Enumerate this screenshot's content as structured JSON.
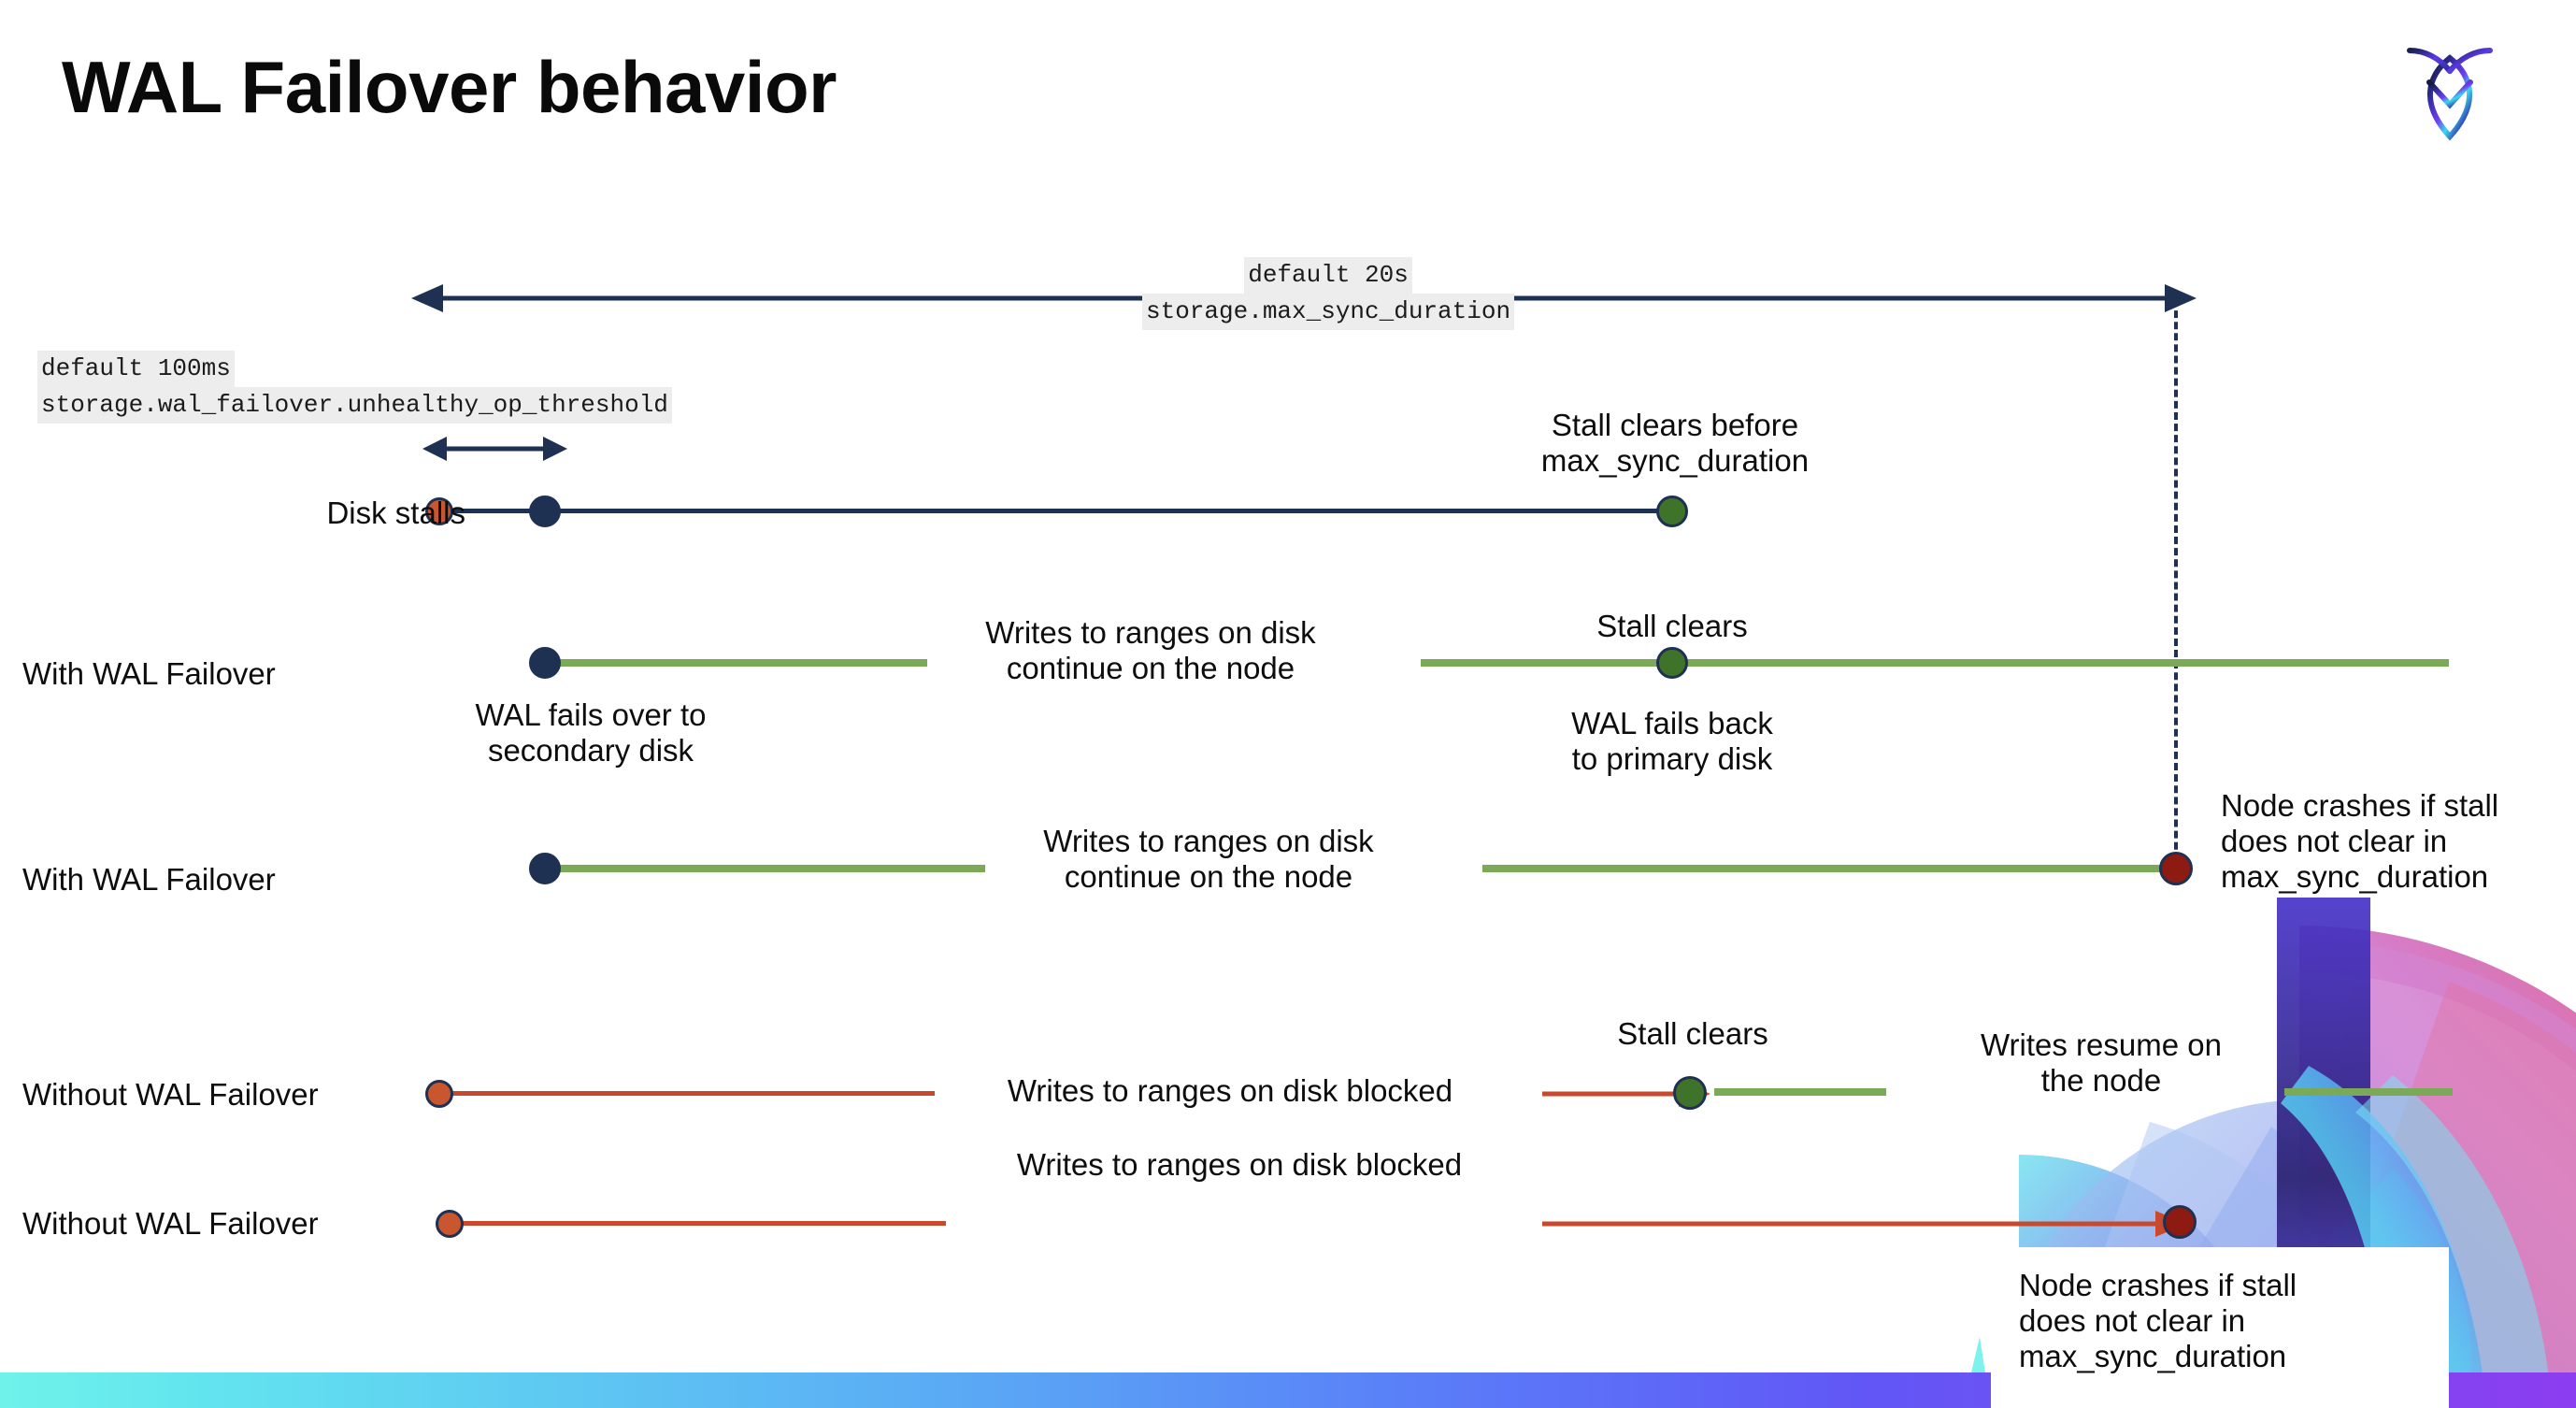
{
  "slide": {
    "title": "WAL Failover behavior",
    "logo_name": "cockroachdb-logo"
  },
  "annotations": {
    "max_sync": {
      "default": "default 20s",
      "setting": "storage.max_sync_duration"
    },
    "unhealthy": {
      "default": "default 100ms",
      "setting": "storage.wal_failover.unhealthy_op_threshold"
    }
  },
  "rows": [
    {
      "label": "Disk stalls",
      "notes": [
        "Stall clears before\nmax_sync_duration"
      ]
    },
    {
      "label": "With WAL Failover",
      "notes": [
        "WAL fails over to\nsecondary disk",
        "Writes to ranges on disk\ncontinue on the node",
        "Stall clears",
        "WAL fails  back\nto primary disk"
      ]
    },
    {
      "label": "With WAL Failover",
      "notes": [
        "Writes to ranges on disk\ncontinue on the node",
        "Node crashes if stall\ndoes not clear in\nmax_sync_duration"
      ]
    },
    {
      "label": "Without WAL Failover",
      "notes": [
        "Writes to ranges on disk  blocked",
        "Stall clears",
        "Writes resume on\nthe node"
      ]
    },
    {
      "label": "Without WAL Failover",
      "notes": [
        "Writes to ranges on disk  blocked",
        "Node crashes if stall\ndoes not clear in\nmax_sync_duration"
      ]
    }
  ],
  "colors": {
    "navy": "#1f3153",
    "green_line": "#7aa958",
    "green_dot": "#3f7329",
    "orange": "#c8492b",
    "orange_dot": "#c8562f",
    "maroon": "#8e1b12",
    "code_bg": "#ededed",
    "bottom_bar_start": "#6ff2ea",
    "bottom_bar_end": "#8b3df0"
  },
  "icons": {
    "double_arrow": "double-arrow-icon",
    "arrow_right": "arrow-right-icon",
    "dashed_guide": "dashed-guide-line"
  }
}
